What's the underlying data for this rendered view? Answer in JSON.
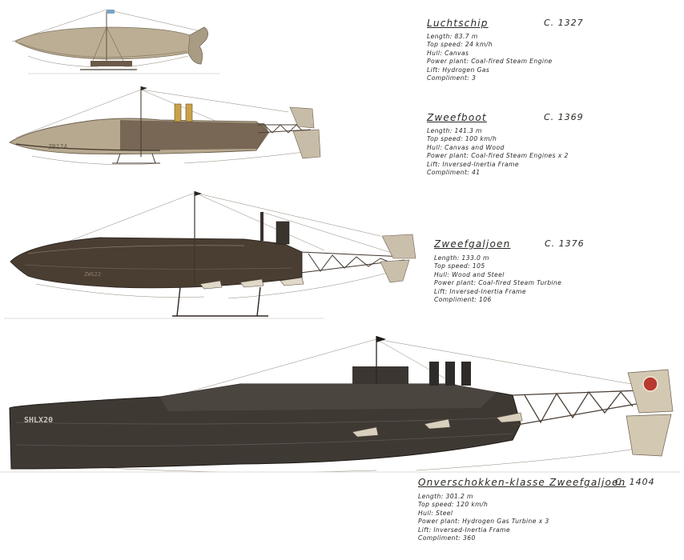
{
  "ships": [
    {
      "title": "Luchtschip",
      "era": "C. 1327",
      "specs": [
        "Length: 83.7 m",
        "Top speed: 24 km/h",
        "Hull: Canvas",
        "Power plant: Coal-fired Steam Engine",
        "Lift: Hydrogen Gas",
        "Compliment: 3"
      ]
    },
    {
      "title": "Zweefboot",
      "era": "C. 1369",
      "specs": [
        "Length: 141.3 m",
        "Top speed: 100 km/h",
        "Hull: Canvas and Wood",
        "Power plant: Coal-fired Steam Engines x 2",
        "Lift: Inversed-Inertia Frame",
        "Compliment: 41"
      ]
    },
    {
      "title": "Zweefgaljoen",
      "era": "C. 1376",
      "specs": [
        "Length: 133.0 m",
        "Top speed: 105",
        "Hull: Wood and Steel",
        "Power plant: Coal-fired Steam Turbine",
        "Lift: Inversed-Inertia Frame",
        "Compliment: 106"
      ]
    },
    {
      "title": "Onverschokken-klasse Zweefgaljoen",
      "era": "C. 1404",
      "specs": [
        "Length: 301.2 m",
        "Top speed: 120 km/h",
        "Hull: Steel",
        "Power plant: Hydrogen Gas Turbine x 3",
        "Lift: Inversed-Inertia Frame",
        "Compliment: 360"
      ]
    }
  ],
  "hull_markings": {
    "zweefboot": "ZB174",
    "zweefgaljoen": "ZWG22",
    "onverschokken": "SHLX20"
  },
  "colors": {
    "canvas": "#b9ab93",
    "canvas_dark": "#8e806a",
    "wood": "#4a3d33",
    "steel": "#3b3632",
    "funnel_brass": "#c9a24a",
    "emblem_red": "#b8392f"
  }
}
